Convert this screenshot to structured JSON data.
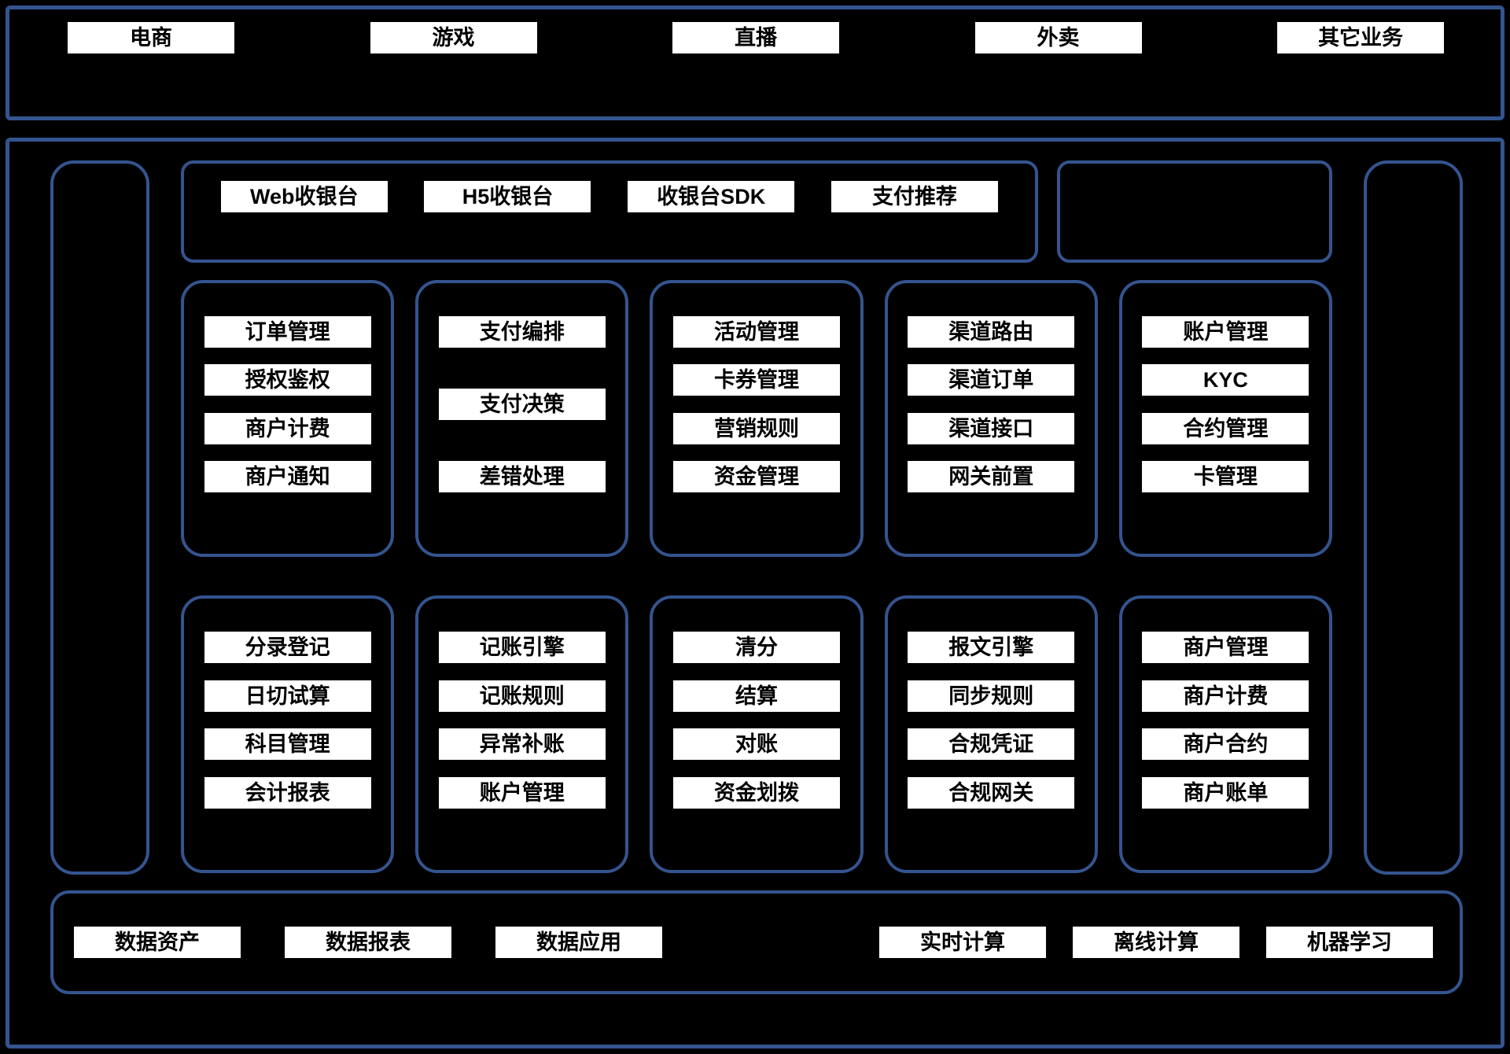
{
  "colors": {
    "background": "#000000",
    "border": "#34548f",
    "box_bg": "#ffffff",
    "box_text": "#000000"
  },
  "business_layer": {
    "items": [
      "电商",
      "游戏",
      "直播",
      "外卖",
      "其它业务"
    ]
  },
  "checkout_layer": {
    "items": [
      "Web收银台",
      "H5收银台",
      "收银台SDK",
      "支付推荐"
    ]
  },
  "payment_core_row": {
    "groups": [
      {
        "items": [
          "订单管理",
          "授权鉴权",
          "商户计费",
          "商户通知"
        ]
      },
      {
        "items": [
          "支付编排",
          "支付决策",
          "差错处理"
        ]
      },
      {
        "items": [
          "活动管理",
          "卡券管理",
          "营销规则",
          "资金管理"
        ]
      },
      {
        "items": [
          "渠道路由",
          "渠道订单",
          "渠道接口",
          "网关前置"
        ]
      },
      {
        "items": [
          "账户管理",
          "KYC",
          "合约管理",
          "卡管理"
        ]
      }
    ]
  },
  "accounting_row": {
    "groups": [
      {
        "items": [
          "分录登记",
          "日切试算",
          "科目管理",
          "会计报表"
        ]
      },
      {
        "items": [
          "记账引擎",
          "记账规则",
          "异常补账",
          "账户管理"
        ]
      },
      {
        "items": [
          "清分",
          "结算",
          "对账",
          "资金划拨"
        ]
      },
      {
        "items": [
          "报文引擎",
          "同步规则",
          "合规凭证",
          "合规网关"
        ]
      },
      {
        "items": [
          "商户管理",
          "商户计费",
          "商户合约",
          "商户账单"
        ]
      }
    ]
  },
  "data_layer": {
    "left_items": [
      "数据资产",
      "数据报表",
      "数据应用"
    ],
    "right_items": [
      "实时计算",
      "离线计算",
      "机器学习"
    ]
  }
}
